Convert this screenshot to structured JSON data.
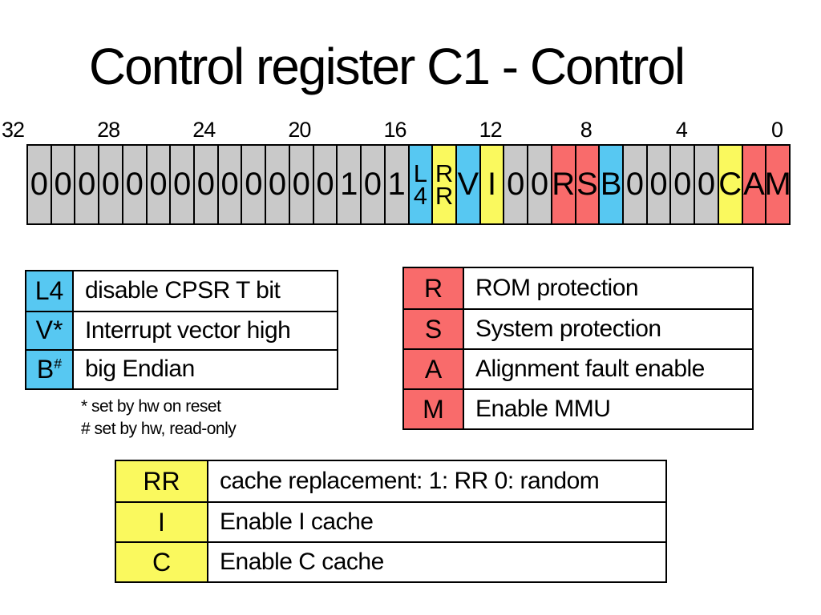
{
  "title": "Control register C1 - Control",
  "colors": {
    "gray": "#c9c9c9",
    "blue": "#57c8f2",
    "yellow": "#faf95e",
    "red": "#f96b6b"
  },
  "register": {
    "scale_labels": [
      "32",
      "28",
      "24",
      "20",
      "16",
      "12",
      "8",
      "4",
      "0"
    ],
    "cells": [
      {
        "t": "0",
        "c": "gray"
      },
      {
        "t": "0",
        "c": "gray"
      },
      {
        "t": "0",
        "c": "gray"
      },
      {
        "t": "0",
        "c": "gray"
      },
      {
        "t": "0",
        "c": "gray"
      },
      {
        "t": "0",
        "c": "gray"
      },
      {
        "t": "0",
        "c": "gray"
      },
      {
        "t": "0",
        "c": "gray"
      },
      {
        "t": "0",
        "c": "gray"
      },
      {
        "t": "0",
        "c": "gray"
      },
      {
        "t": "0",
        "c": "gray"
      },
      {
        "t": "0",
        "c": "gray"
      },
      {
        "t": "0",
        "c": "gray"
      },
      {
        "t": "1",
        "c": "gray"
      },
      {
        "t": "0",
        "c": "gray"
      },
      {
        "t": "1",
        "c": "gray"
      },
      {
        "t": "L4",
        "c": "blue",
        "lines": [
          "L",
          "4"
        ]
      },
      {
        "t": "RR",
        "c": "yellow",
        "lines": [
          "R",
          "R"
        ]
      },
      {
        "t": "V",
        "c": "blue"
      },
      {
        "t": "I",
        "c": "yellow"
      },
      {
        "t": "0",
        "c": "gray"
      },
      {
        "t": "0",
        "c": "gray"
      },
      {
        "t": "R",
        "c": "red"
      },
      {
        "t": "S",
        "c": "red"
      },
      {
        "t": "B",
        "c": "blue"
      },
      {
        "t": "0",
        "c": "gray"
      },
      {
        "t": "0",
        "c": "gray"
      },
      {
        "t": "0",
        "c": "gray"
      },
      {
        "t": "0",
        "c": "gray"
      },
      {
        "t": "C",
        "c": "yellow"
      },
      {
        "t": "A",
        "c": "red"
      },
      {
        "t": "M",
        "c": "red"
      }
    ]
  },
  "legends": {
    "blue": {
      "rows": [
        {
          "key": "L4",
          "sup": "",
          "desc": "disable CPSR T bit"
        },
        {
          "key": "V*",
          "sup": "",
          "desc": "Interrupt vector high"
        },
        {
          "key": "B",
          "sup": "#",
          "desc": "big Endian"
        }
      ]
    },
    "red": {
      "rows": [
        {
          "key": "R",
          "sup": "",
          "desc": "ROM protection"
        },
        {
          "key": "S",
          "sup": "",
          "desc": "System protection"
        },
        {
          "key": "A",
          "sup": "",
          "desc": "Alignment fault enable"
        },
        {
          "key": "M",
          "sup": "",
          "desc": "Enable MMU"
        }
      ]
    },
    "yellow": {
      "rows": [
        {
          "key": "RR",
          "sup": "",
          "desc": "cache replacement: 1: RR 0: random"
        },
        {
          "key": "I",
          "sup": "",
          "desc": "Enable I cache"
        },
        {
          "key": "C",
          "sup": "",
          "desc": "Enable C cache"
        }
      ]
    }
  },
  "notes": [
    "* set by hw on reset",
    "# set by hw, read-only"
  ]
}
